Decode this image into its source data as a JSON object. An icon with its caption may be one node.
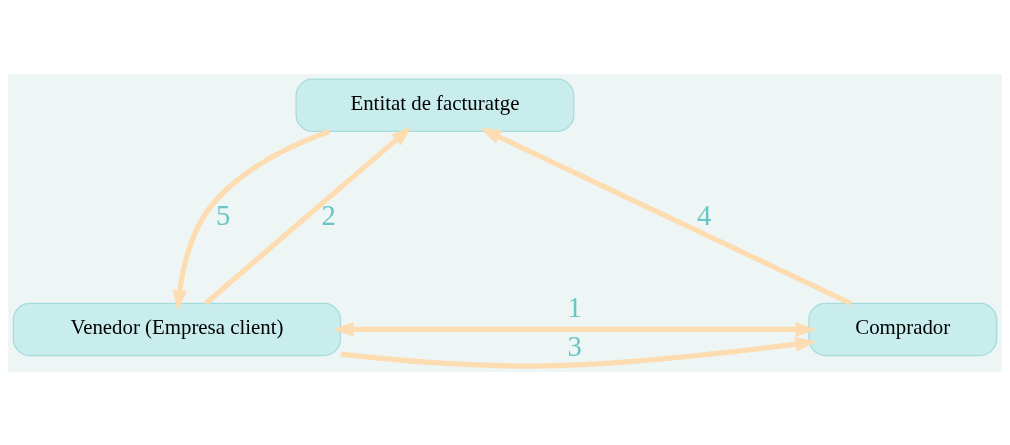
{
  "diagram": {
    "nodes": [
      {
        "text": [
          "Entitat de facturatge"
        ]
      },
      {
        "text": [
          "Venedor (Empresa client)"
        ]
      },
      {
        "text": [
          "Comprador"
        ]
      }
    ],
    "edges": [
      {
        "from": 1,
        "to": 2,
        "arrow": "both",
        "label": "1"
      },
      {
        "from": 1,
        "to": 0,
        "arrow": "to",
        "label": "2"
      },
      {
        "from": 1,
        "to": 2,
        "arrow": "to",
        "label": "3"
      },
      {
        "from": 2,
        "to": 0,
        "arrow": "to",
        "label": "4"
      },
      {
        "from": 0,
        "to": 1,
        "arrow": "to",
        "label": "5"
      }
    ]
  }
}
